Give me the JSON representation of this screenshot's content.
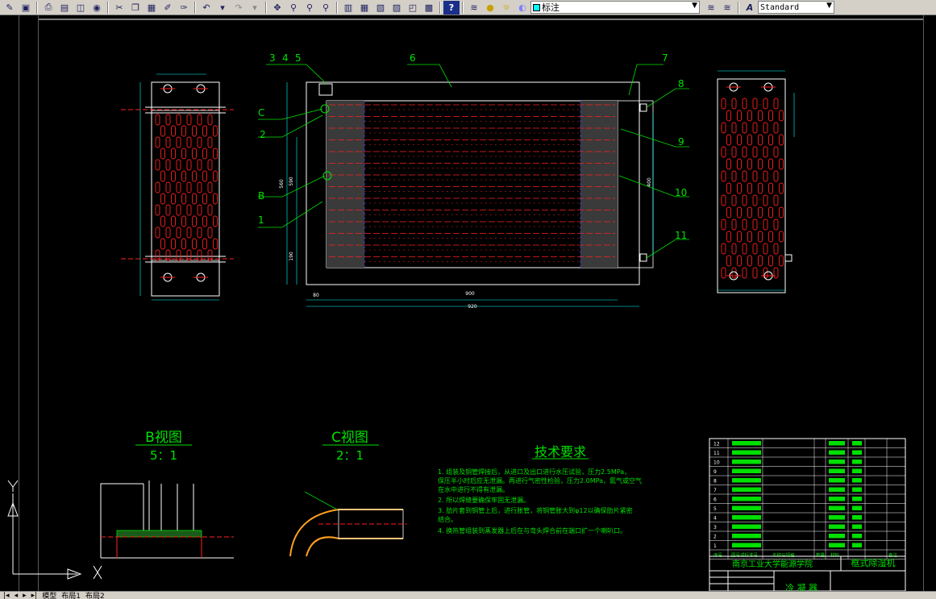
{
  "toolbar": {
    "layer_name": "标注",
    "text_style": "Standard"
  },
  "tabs": {
    "model": "模型",
    "layout1": "布局1",
    "layout2": "布局2"
  },
  "drawing": {
    "part_labels": [
      "3",
      "4",
      "5",
      "6",
      "7",
      "8",
      "C",
      "2",
      "9",
      "B",
      "10",
      "1",
      "11"
    ],
    "dims_top": {
      "d900": "900",
      "d920": "920",
      "d80": "80",
      "d560": "560",
      "d590": "590",
      "d190": "190",
      "d400": "400"
    },
    "view_b_title": "B视图",
    "view_b_scale": "5：1",
    "view_c_title": "C视图",
    "view_c_scale": "2：1",
    "tech_title": "技术要求",
    "tech_items": [
      "1.    组装及铜管焊接后，从进口及出口进行水压试验，压力2.5MPa，",
      "保压半小时后应无泄漏。再进行气密性检验，压力2.0MPa，氮气或空气",
      "在水中进行不得有泄漏。",
      "2.    所以焊缝要确保牢固无泄漏。",
      "3.    肋片套到铜管上后，进行胀管，将铜管胀大到φ12以确保肋片紧密",
      "结合。",
      "4.    换热管组装到蒸发器上后在与弯头焊合前在端口扩一个喇叭口。"
    ],
    "title_block": {
      "school": "南京工业大学能源学院",
      "product": "框式除湿机",
      "part_name": "冷 凝 器",
      "row_numbers": [
        "12",
        "11",
        "10",
        "9",
        "8",
        "7",
        "6",
        "5",
        "4",
        "3",
        "2",
        "1"
      ],
      "header_seq": "序号",
      "header_code": "图号或标准号",
      "header_name": "名称与规格",
      "header_qty": "数量",
      "header_mat": "材料",
      "header_note": "备注"
    }
  },
  "colors": {
    "red": "#ff2020",
    "green": "#00e000",
    "white": "#ffffff",
    "gray": "#606060",
    "cyan": "#00ffff"
  }
}
